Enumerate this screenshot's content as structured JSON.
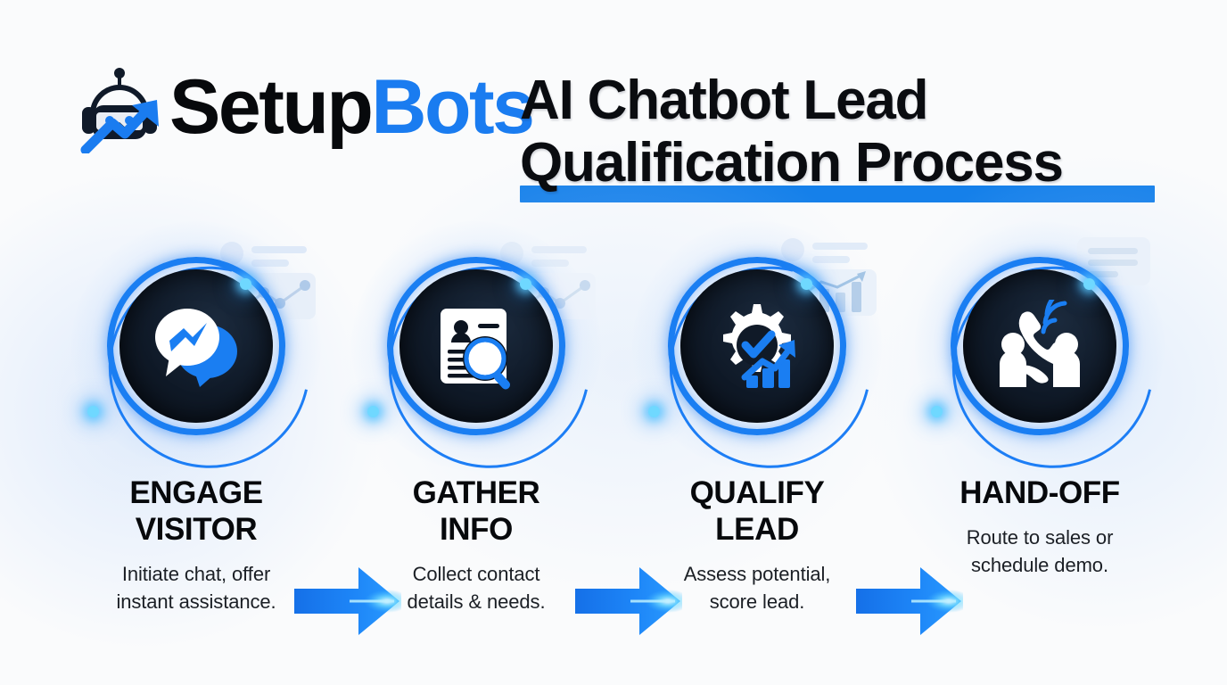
{
  "brand": {
    "logo_icon": "robot-growth-arrow-icon",
    "name_part1": "Setup",
    "name_part2": "Bots",
    "color_dark": "#07090c",
    "color_blue": "#1a7cf0"
  },
  "header": {
    "title_line1": "AI Chatbot Lead",
    "title_line2": "Qualification Process",
    "underline_color": "#1580ea"
  },
  "theme": {
    "background": "#fafbfc",
    "accent_blue": "#1a7ef2",
    "glow_cyan": "#6fd8ff",
    "core_navy": "#0c1420",
    "text_dark": "#07090c"
  },
  "steps": [
    {
      "id": "engage-visitor",
      "icon": "chat-bubbles-icon",
      "deco": "line-chart-card",
      "title_line1": "ENGAGE",
      "title_line2": "VISITOR",
      "desc_line1": "Initiate chat, offer",
      "desc_line2": "instant assistance."
    },
    {
      "id": "gather-info",
      "icon": "profile-document-search-icon",
      "deco": "line-chart-card",
      "title_line1": "GATHER",
      "title_line2": "INFO",
      "desc_line1": "Collect contact",
      "desc_line2": "details & needs."
    },
    {
      "id": "qualify-lead",
      "icon": "gear-check-bar-chart-icon",
      "deco": "bar-chart-card",
      "title_line1": "QUALIFY",
      "title_line2": "LEAD",
      "desc_line1": "Assess potential,",
      "desc_line2": "score lead."
    },
    {
      "id": "hand-off",
      "icon": "handshake-phone-icon",
      "deco": "speech-bubble-card",
      "title_line1": "HAND-OFF",
      "title_line2": "",
      "desc_line1": "Route to sales or",
      "desc_line2": "schedule demo."
    }
  ],
  "connectors": [
    {
      "id": "arrow-1",
      "icon": "arrow-right-icon"
    },
    {
      "id": "arrow-2",
      "icon": "arrow-right-icon"
    },
    {
      "id": "arrow-3",
      "icon": "arrow-right-icon"
    }
  ]
}
